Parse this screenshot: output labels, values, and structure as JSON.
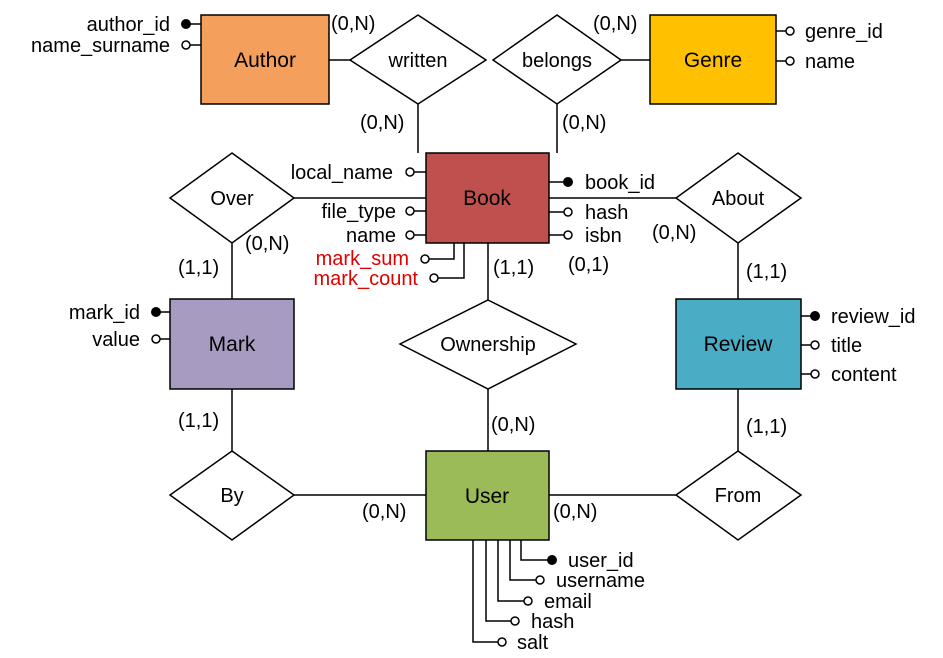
{
  "entities": {
    "author": {
      "label": "Author",
      "color": "#F4A05C"
    },
    "genre": {
      "label": "Genre",
      "color": "#FFC000"
    },
    "book": {
      "label": "Book",
      "color": "#C0504D"
    },
    "mark": {
      "label": "Mark",
      "color": "#A89BC1"
    },
    "review": {
      "label": "Review",
      "color": "#4BACC6"
    },
    "user": {
      "label": "User",
      "color": "#9BBB59"
    }
  },
  "relationships": {
    "written": "written",
    "belongs": "belongs",
    "over": "Over",
    "about": "About",
    "ownership": "Ownership",
    "by": "By",
    "from": "From"
  },
  "attributes": {
    "author": {
      "key": "author_id",
      "name_surname": "name_surname"
    },
    "genre": {
      "key": "genre_id",
      "name": "name"
    },
    "book": {
      "local_name": "local_name",
      "file_type": "file_type",
      "name": "name",
      "key": "book_id",
      "hash": "hash",
      "isbn": "isbn",
      "mark_sum": "mark_sum",
      "mark_count": "mark_count",
      "derived_color": "#e00000"
    },
    "mark": {
      "key": "mark_id",
      "value": "value"
    },
    "review": {
      "key": "review_id",
      "title": "title",
      "content": "content"
    },
    "user": {
      "key": "user_id",
      "username": "username",
      "email": "email",
      "hash": "hash",
      "salt": "salt"
    }
  },
  "cardinalities": {
    "author_written": "(0,N)",
    "written_book": "(0,N)",
    "genre_belongs": "(0,N)",
    "belongs_book": "(0,N)",
    "book_over": "(0,N)",
    "mark_over": "(1,1)",
    "book_about": "(0,1)",
    "about_review": "(0,N)",
    "review_about": "(1,1)",
    "book_ownership": "(1,1)",
    "user_ownership": "(0,N)",
    "mark_by": "(1,1)",
    "user_by": "(0,N)",
    "review_from": "(1,1)",
    "user_from": "(0,N)"
  }
}
